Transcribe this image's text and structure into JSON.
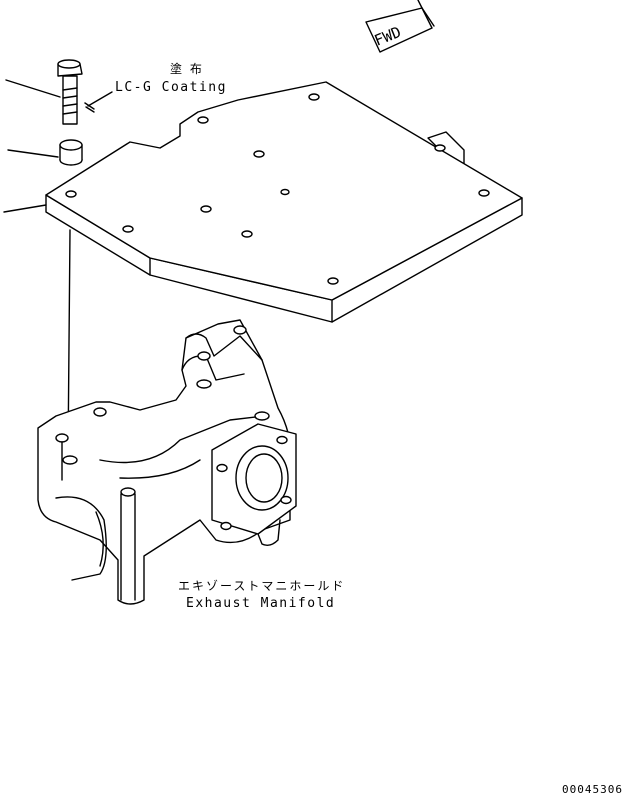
{
  "labels": {
    "coating_jp": "塗 布",
    "coating_en": "LC-G Coating",
    "manifold_jp": "エキゾーストマニホールド",
    "manifold_en": "Exhaust Manifold",
    "fwd": "FWD",
    "drawing_number": "00045306"
  },
  "icons": [
    "forward-direction-arrow-icon"
  ]
}
